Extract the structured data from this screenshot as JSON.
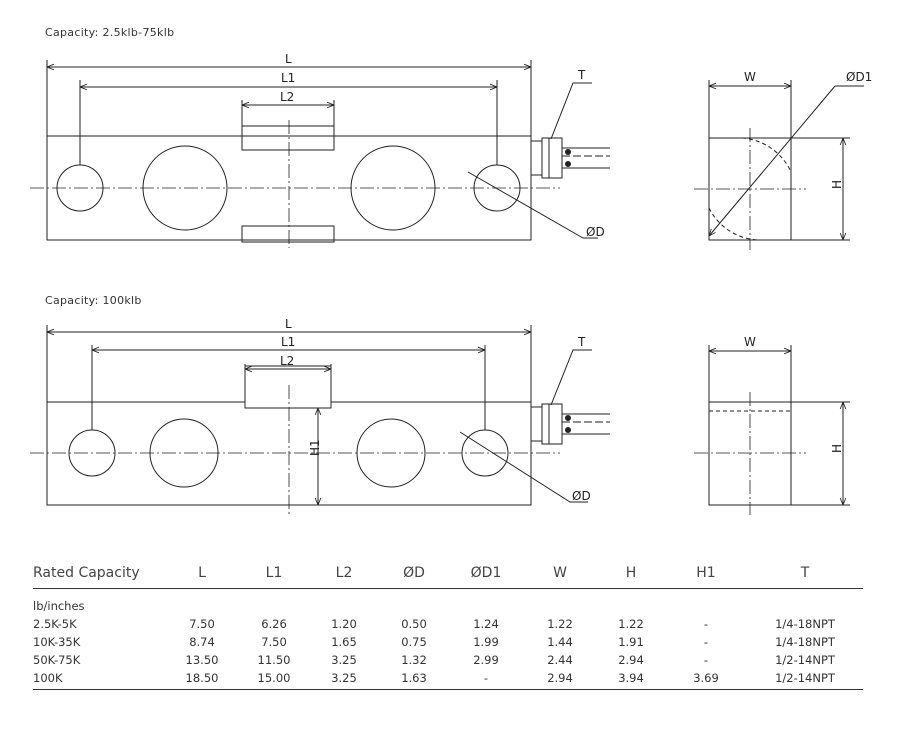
{
  "captions": {
    "top": "Capacity: 2.5klb-75klb",
    "bottom": "Capacity: 100klb"
  },
  "dimension_labels": {
    "L": "L",
    "L1": "L1",
    "L2": "L2",
    "T": "T",
    "D": "ØD",
    "D1": "ØD1",
    "W": "W",
    "H": "H",
    "H1": "H1"
  },
  "table": {
    "headers": [
      "Rated Capacity",
      "L",
      "L1",
      "L2",
      "ØD",
      "ØD1",
      "W",
      "H",
      "H1",
      "T"
    ],
    "unit_label": "lb/inches",
    "rows": [
      [
        "2.5K-5K",
        "7.50",
        "6.26",
        "1.20",
        "0.50",
        "1.24",
        "1.22",
        "1.22",
        "-",
        "1/4-18NPT"
      ],
      [
        "10K-35K",
        "8.74",
        "7.50",
        "1.65",
        "0.75",
        "1.99",
        "1.44",
        "1.91",
        "-",
        "1/4-18NPT"
      ],
      [
        "50K-75K",
        "13.50",
        "11.50",
        "3.25",
        "1.32",
        "2.99",
        "2.44",
        "2.94",
        "-",
        "1/2-14NPT"
      ],
      [
        "100K",
        "18.50",
        "15.00",
        "3.25",
        "1.63",
        "-",
        "2.94",
        "3.94",
        "3.69",
        "1/2-14NPT"
      ]
    ]
  }
}
